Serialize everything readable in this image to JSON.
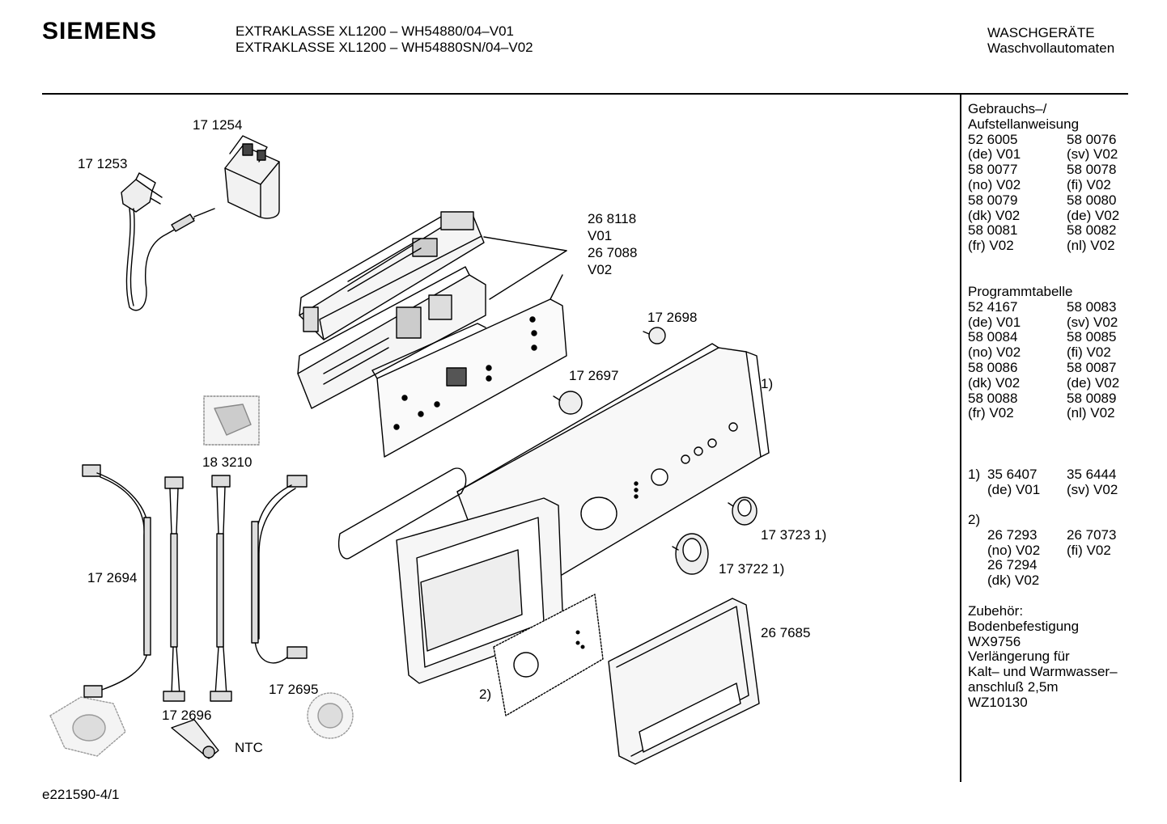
{
  "header": {
    "brand": "SIEMENS",
    "model_line_1": "EXTRAKLASSE XL1200 – WH54880/04–V01",
    "model_line_2": "EXTRAKLASSE XL1200 – WH54880SN/04–V02",
    "category": "WASCHGERÄTE",
    "subcategory": "Waschvollautomaten"
  },
  "callouts": {
    "p171254": "17 1254",
    "p171253": "17 1253",
    "p268118": "26 8118",
    "v01": "V01",
    "p267088": "26 7088",
    "v02": "V02",
    "p172698": "17 2698",
    "p172697": "17 2697",
    "ref1": "1)",
    "p183210": "18 3210",
    "p172694": "17 2694",
    "p173723": "17 3723 1)",
    "p173722": "17 3722 1)",
    "p267685": "26 7685",
    "ref2": "2)",
    "p172695": "17 2695",
    "p172696": "17 2696",
    "ntc": "NTC"
  },
  "sidebar": {
    "manual_title_1": "Gebrauchs–/",
    "manual_title_2": "Aufstellanweisung",
    "manual_rows": [
      [
        "52 6005",
        "58 0076"
      ],
      [
        "(de) V01",
        "(sv) V02"
      ],
      [
        "58 0077",
        "58 0078"
      ],
      [
        "(no) V02",
        "(fi) V02"
      ],
      [
        "58 0079",
        "58 0080"
      ],
      [
        "(dk) V02",
        "(de) V02"
      ],
      [
        "58 0081",
        "58 0082"
      ],
      [
        "(fr) V02",
        "(nl) V02"
      ]
    ],
    "program_title": "Programmtabelle",
    "program_rows": [
      [
        "52 4167",
        "58 0083"
      ],
      [
        "(de) V01",
        "(sv) V02"
      ],
      [
        "58 0084",
        "58 0085"
      ],
      [
        "(no) V02",
        "(fi) V02"
      ],
      [
        "58 0086",
        "58 0087"
      ],
      [
        "(dk) V02",
        "(de) V02"
      ],
      [
        "58 0088",
        "58 0089"
      ],
      [
        "(fr) V02",
        "(nl) V02"
      ]
    ],
    "note1_label": "1)",
    "note1_rows": [
      [
        "35 6407",
        "35 6444"
      ],
      [
        "(de) V01",
        "(sv) V02"
      ]
    ],
    "note2_label": "2)",
    "note2_rows": [
      [
        "26 7293",
        "26 7073"
      ],
      [
        "(no) V02",
        "(fi) V02"
      ],
      [
        "26 7294",
        ""
      ],
      [
        "(dk) V02",
        ""
      ]
    ],
    "accessories": [
      "Zubehör:",
      "Bodenbefestigung",
      "WX9756",
      "Verlängerung für",
      "Kalt– und Warmwasser–",
      "anschluß 2,5m",
      "WZ10130"
    ]
  },
  "footer": {
    "doc_id": "e221590-4/1"
  }
}
